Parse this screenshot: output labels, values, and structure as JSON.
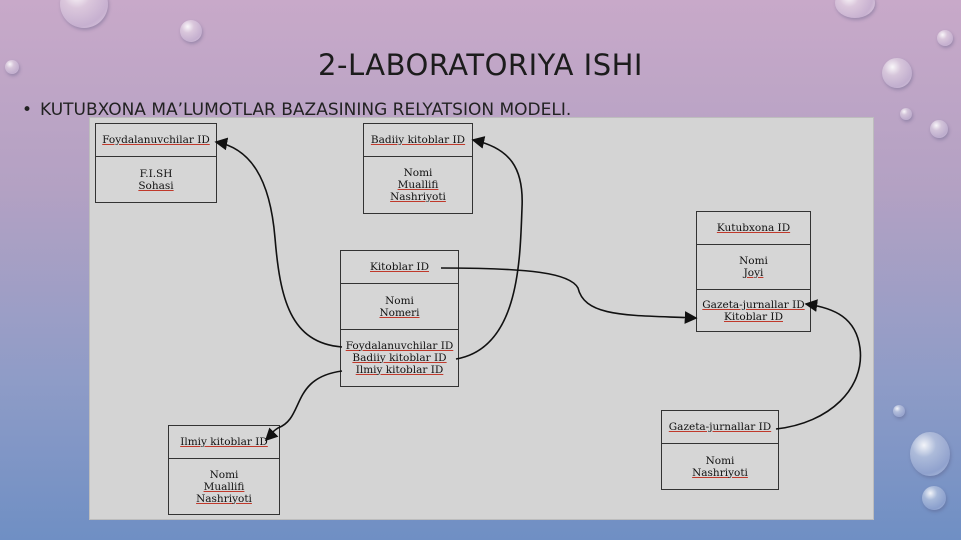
{
  "slide": {
    "title": "2-LABORATORIYA ISHI",
    "bullet": "KUTUBXONA MA’LUMOTLAR BAZASINING RELYATSION MODELI.",
    "bullet_symbol": "•"
  },
  "entities": {
    "foydalanuvchilar": {
      "id": "Foydalanuvchilar ID",
      "attrs": [
        "F.I.SH",
        "Sohasi"
      ]
    },
    "badiiy": {
      "id": "Badiiy kitoblar ID",
      "attrs": [
        "Nomi",
        "Muallifi",
        "Nashriyoti"
      ]
    },
    "kitoblar": {
      "id": "Kitoblar ID",
      "attrs": [
        "Nomi",
        "Nomeri"
      ],
      "fks": [
        "Foydalanuvchilar ID",
        "Badiiy kitoblar ID",
        "Ilmiy kitoblar ID"
      ]
    },
    "kutubxona": {
      "id": "Kutubxona ID",
      "attrs": [
        "Nomi",
        "Joyi"
      ],
      "fks": [
        "Gazeta-jurnallar ID",
        "Kitoblar ID"
      ]
    },
    "ilmiy": {
      "id": "Ilmiy kitoblar ID",
      "attrs": [
        "Nomi",
        "Muallifi",
        "Nashriyoti"
      ]
    },
    "gazeta": {
      "id": "Gazeta-jurnallar ID",
      "attrs": [
        "Nomi",
        "Nashriyoti"
      ]
    }
  },
  "colors": {
    "line": "#111111",
    "box_border": "#333333",
    "spell_underline": "#c0392b"
  }
}
